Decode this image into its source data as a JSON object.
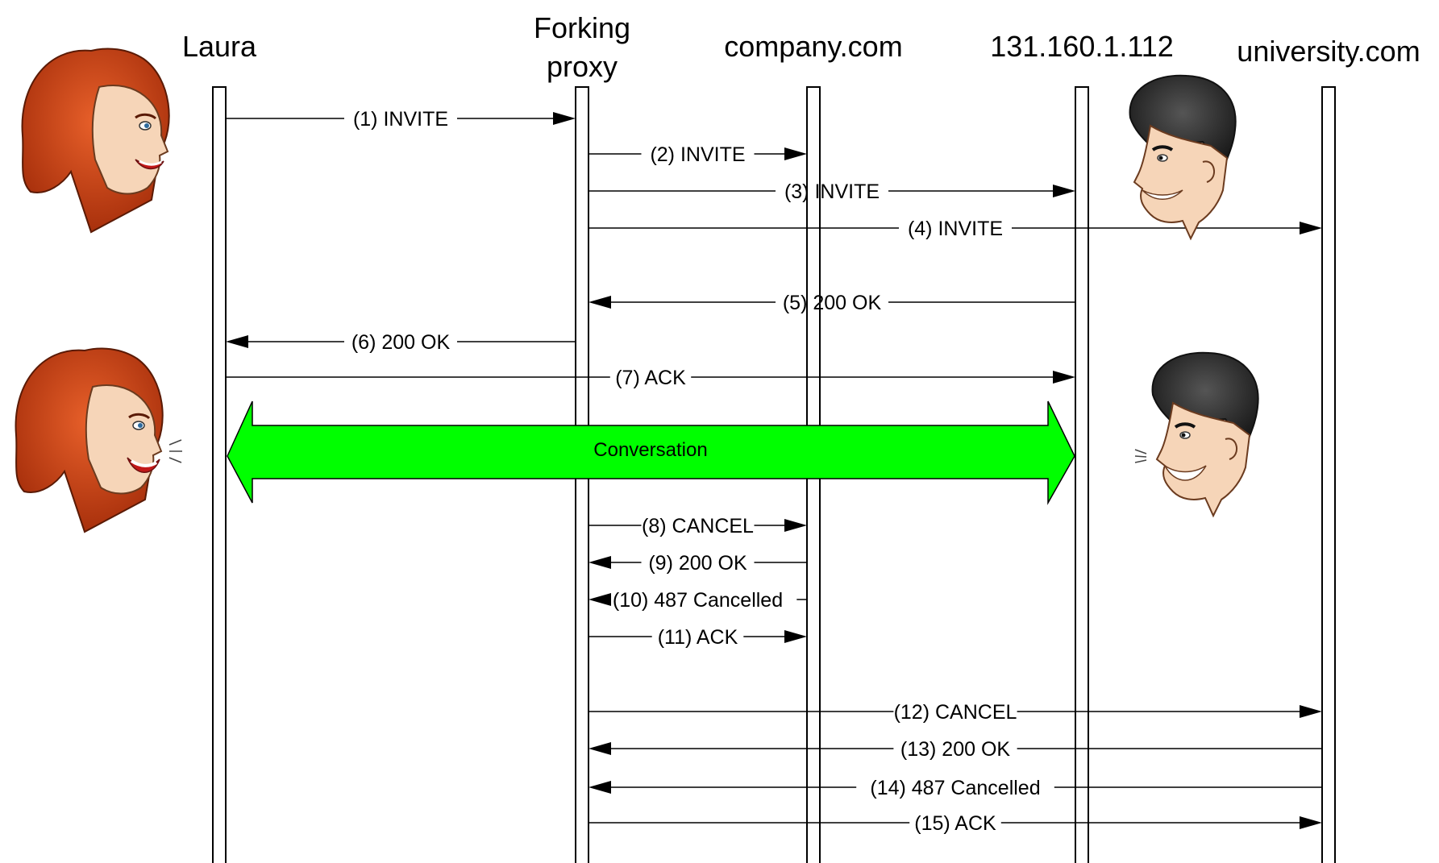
{
  "participants": [
    {
      "id": "laura",
      "label_lines": [
        "Laura"
      ]
    },
    {
      "id": "proxy",
      "label_lines": [
        "Forking",
        "proxy"
      ]
    },
    {
      "id": "company",
      "label_lines": [
        "company.com"
      ]
    },
    {
      "id": "ip",
      "label_lines": [
        "131.160.1.112"
      ]
    },
    {
      "id": "university",
      "label_lines": [
        "university.com"
      ]
    }
  ],
  "messages": [
    {
      "label": "(1) INVITE",
      "from": "laura",
      "to": "proxy"
    },
    {
      "label": "(2) INVITE",
      "from": "proxy",
      "to": "company"
    },
    {
      "label": "(3) INVITE",
      "from": "proxy",
      "to": "ip"
    },
    {
      "label": "(4) INVITE",
      "from": "proxy",
      "to": "university"
    },
    {
      "label": "(5) 200 OK",
      "from": "ip",
      "to": "proxy"
    },
    {
      "label": "(6) 200 OK",
      "from": "proxy",
      "to": "laura"
    },
    {
      "label": "(7) ACK",
      "from": "laura",
      "to": "ip"
    },
    {
      "label": "(8) CANCEL",
      "from": "proxy",
      "to": "company"
    },
    {
      "label": "(9) 200 OK",
      "from": "company",
      "to": "proxy"
    },
    {
      "label": "(10) 487 Cancelled",
      "from": "company",
      "to": "proxy"
    },
    {
      "label": "(11) ACK",
      "from": "proxy",
      "to": "company"
    },
    {
      "label": "(12) CANCEL",
      "from": "proxy",
      "to": "university"
    },
    {
      "label": "(13) 200 OK",
      "from": "university",
      "to": "proxy"
    },
    {
      "label": "(14) 487 Cancelled",
      "from": "university",
      "to": "proxy"
    },
    {
      "label": "(15) ACK",
      "from": "proxy",
      "to": "university"
    }
  ],
  "conversation": {
    "label": "Conversation",
    "from": "laura",
    "to": "ip",
    "color": "#00ff00"
  },
  "colors": {
    "hair": "#c2410c",
    "skin": "#f6d5b8",
    "dark_hair": "#2b2b2b"
  },
  "icons": [
    "woman-face-icon",
    "man-face-icon"
  ]
}
